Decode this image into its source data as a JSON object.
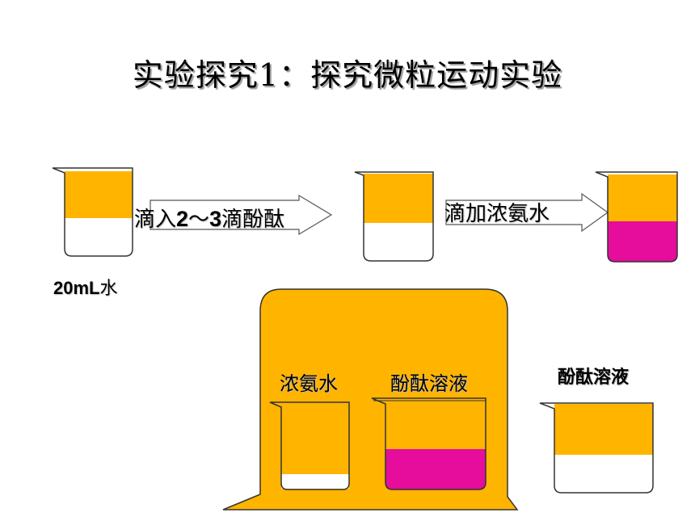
{
  "title": "实验探究1：探究微粒运动实验",
  "steps": {
    "add_phenol_prefix": "滴入",
    "add_phenol_num1": "2",
    "add_phenol_sep": "～",
    "add_phenol_num2": "3",
    "add_phenol_suffix": "滴酚酞",
    "add_ammonia": "滴加浓氨水"
  },
  "water": {
    "amount": "20mL",
    "unit_label": "水"
  },
  "setup": {
    "left_beaker_label": "浓氨水",
    "mid_beaker_label": "酚酞溶液",
    "right_beaker_label": "酚酞溶液"
  },
  "colors": {
    "orange": "#FFB400",
    "magenta": "#E60C9C",
    "outline": "#333333"
  }
}
